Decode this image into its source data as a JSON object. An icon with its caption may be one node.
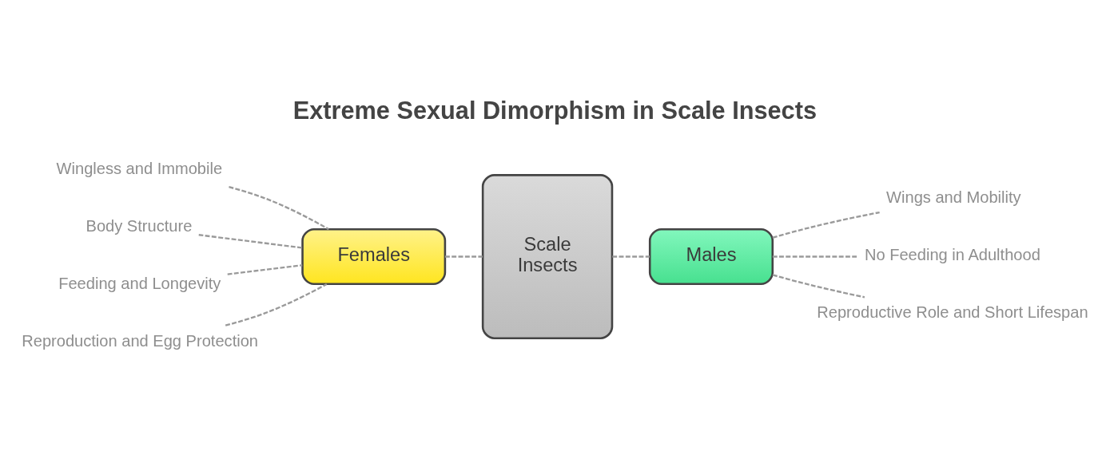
{
  "diagram": {
    "title": "Extreme Sexual Dimorphism in Scale Insects",
    "nodes": [
      {
        "text": [
          "Scale Insects"
        ]
      },
      {
        "text": [
          "Females"
        ]
      },
      {
        "text": [
          "Males"
        ]
      },
      {
        "text": [
          "Wingless and Immobile"
        ]
      },
      {
        "text": [
          "Body Structure"
        ]
      },
      {
        "text": [
          "Feeding and Longevity"
        ]
      },
      {
        "text": [
          "Reproduction and Egg Protection"
        ]
      },
      {
        "text": [
          "Wings and Mobility"
        ]
      },
      {
        "text": [
          "No Feeding in Adulthood"
        ]
      },
      {
        "text": [
          "Reproductive Role and Short Lifespan"
        ]
      }
    ],
    "edges": [
      {
        "from": 1,
        "to": 0,
        "arrow": "none",
        "style": "dashed"
      },
      {
        "from": 0,
        "to": 2,
        "arrow": "none",
        "style": "dashed"
      },
      {
        "from": 3,
        "to": 1,
        "arrow": "none",
        "style": "dashed"
      },
      {
        "from": 4,
        "to": 1,
        "arrow": "none",
        "style": "dashed"
      },
      {
        "from": 5,
        "to": 1,
        "arrow": "none",
        "style": "dashed"
      },
      {
        "from": 6,
        "to": 1,
        "arrow": "none",
        "style": "dashed"
      },
      {
        "from": 2,
        "to": 7,
        "arrow": "none",
        "style": "dashed"
      },
      {
        "from": 2,
        "to": 8,
        "arrow": "none",
        "style": "dashed"
      },
      {
        "from": 2,
        "to": 9,
        "arrow": "none",
        "style": "dashed"
      }
    ]
  }
}
